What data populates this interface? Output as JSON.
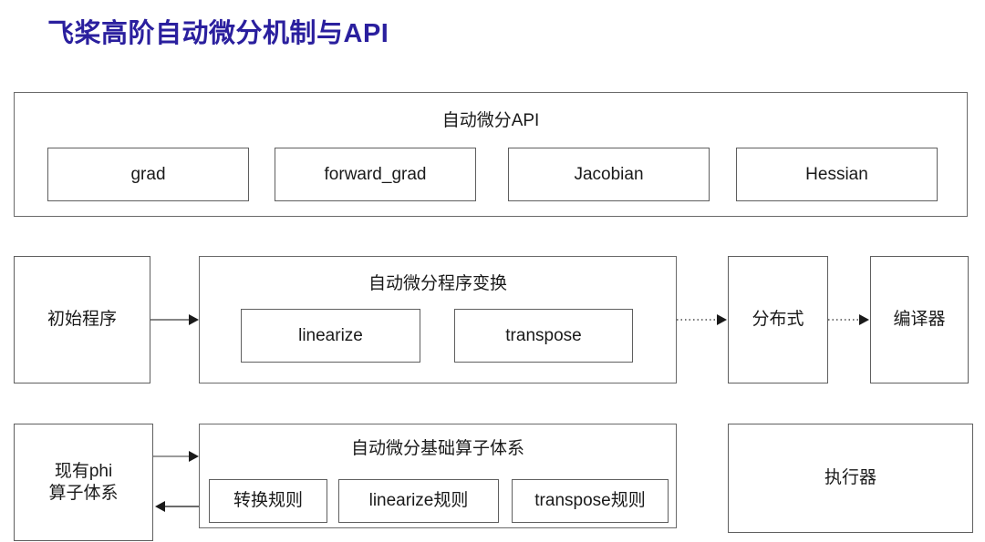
{
  "slide": {
    "title": "飞桨高阶自动微分机制与API",
    "title_color": "#2a1f9e",
    "background_color": "#ffffff",
    "border_color": "#5f5f5f",
    "text_color": "#1a1a1a"
  },
  "api_section": {
    "group_label": "自动微分API",
    "items": [
      {
        "label": "grad"
      },
      {
        "label": "forward_grad"
      },
      {
        "label": "Jacobian"
      },
      {
        "label": "Hessian"
      }
    ]
  },
  "transform_section": {
    "input_label": "初始程序",
    "group_label": "自动微分程序变换",
    "items": [
      {
        "label": "linearize"
      },
      {
        "label": "transpose"
      }
    ],
    "distributed_label": "分布式",
    "compiler_label": "编译器"
  },
  "primitive_section": {
    "existing_ops_line1": "现有phi",
    "existing_ops_line2": "算子体系",
    "group_label": "自动微分基础算子体系",
    "items": [
      {
        "label": "转换规则"
      },
      {
        "label": "linearize规则"
      },
      {
        "label": "transpose规则"
      }
    ],
    "executor_label": "执行器"
  },
  "connectors": [
    {
      "name": "initial-program-to-transform",
      "style": "solid",
      "direction": "right"
    },
    {
      "name": "transform-to-distributed",
      "style": "dotted",
      "direction": "right"
    },
    {
      "name": "distributed-to-compiler",
      "style": "dotted",
      "direction": "right"
    },
    {
      "name": "existing-phi-to-primitive",
      "style": "solid",
      "direction": "right"
    },
    {
      "name": "primitive-to-existing-phi",
      "style": "solid",
      "direction": "left"
    }
  ]
}
